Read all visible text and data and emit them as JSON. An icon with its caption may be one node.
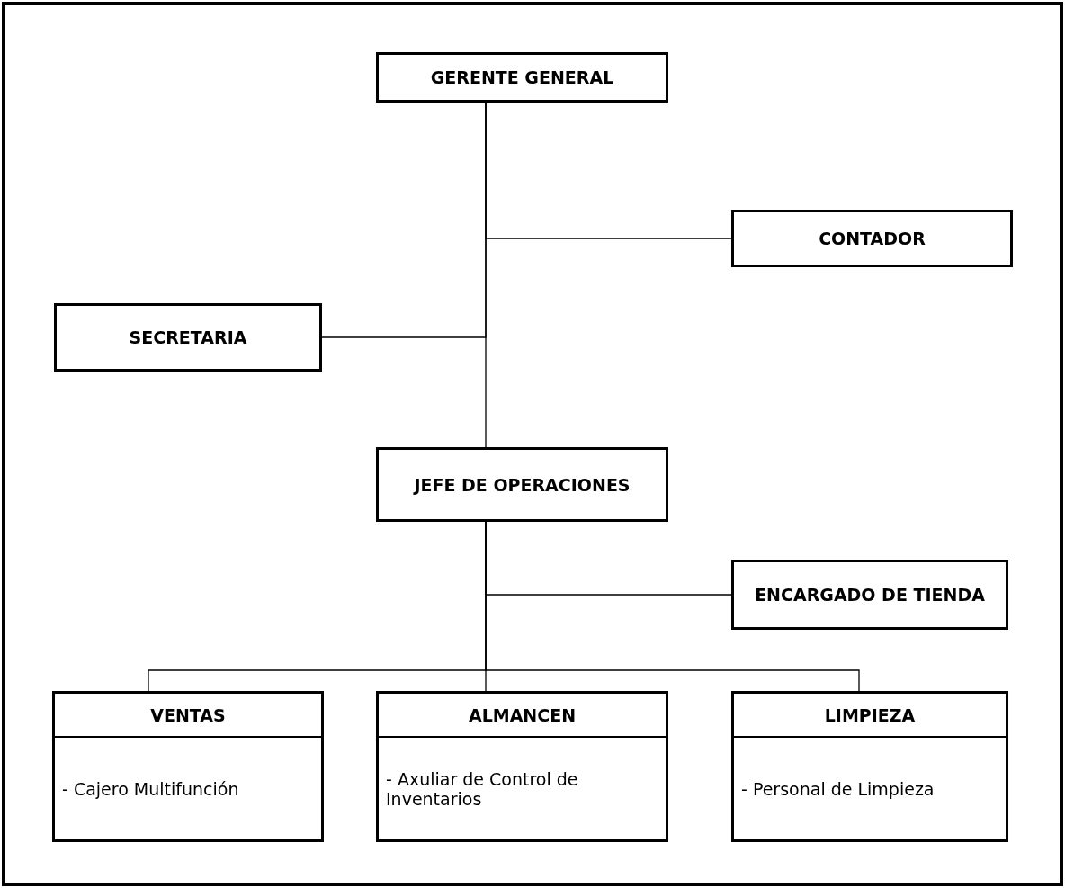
{
  "diagram": {
    "nodes": [
      {
        "text": [
          "GERENTE GENERAL"
        ]
      },
      {
        "text": [
          "CONTADOR"
        ]
      },
      {
        "text": [
          "SECRETARIA"
        ]
      },
      {
        "text": [
          "JEFE DE OPERACIONES"
        ]
      },
      {
        "text": [
          "ENCARGADO DE TIENDA"
        ]
      },
      {
        "text": [
          "VENTAS",
          "- Cajero Multifunción"
        ]
      },
      {
        "text": [
          "ALMANCEN",
          "- Axuliar de Control de Inventarios"
        ]
      },
      {
        "text": [
          "LIMPIEZA",
          "- Personal de Limpieza"
        ]
      }
    ],
    "edges": [
      {
        "from": 0,
        "to": 1,
        "arrow": "none"
      },
      {
        "from": 0,
        "to": 2,
        "arrow": "none"
      },
      {
        "from": 0,
        "to": 3,
        "arrow": "none"
      },
      {
        "from": 3,
        "to": 4,
        "arrow": "none"
      },
      {
        "from": 3,
        "to": 5,
        "arrow": "none"
      },
      {
        "from": 3,
        "to": 6,
        "arrow": "none"
      },
      {
        "from": 3,
        "to": 7,
        "arrow": "none"
      }
    ]
  }
}
